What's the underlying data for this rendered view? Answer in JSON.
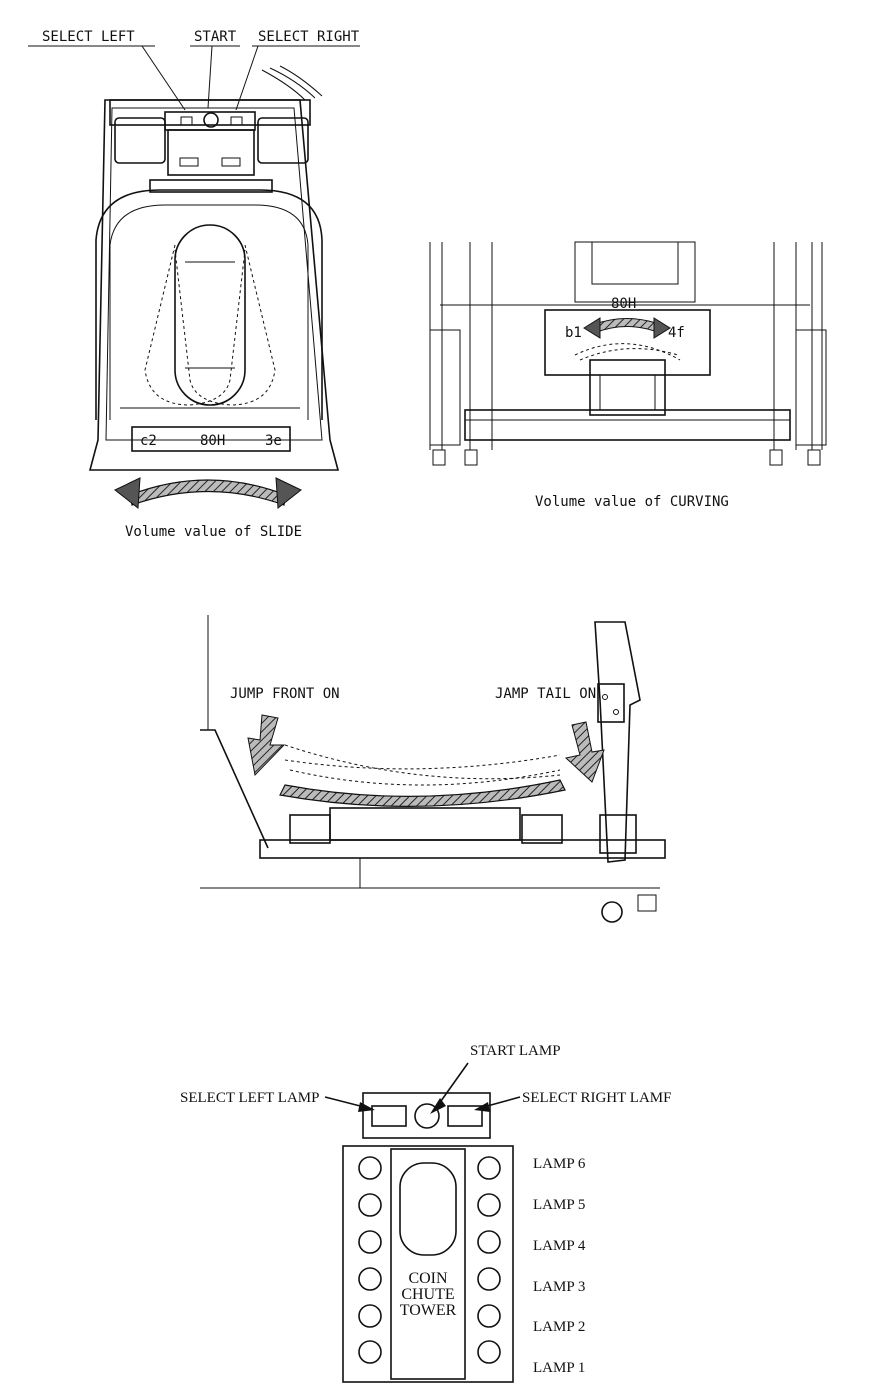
{
  "slide": {
    "labels": {
      "select_left": "SELECT LEFT",
      "start": "START",
      "select_right": "SELECT RIGHT"
    },
    "display": {
      "left": "c2",
      "center": "80H",
      "right": "3e"
    },
    "caption": "Volume value of SLIDE"
  },
  "curving": {
    "center": "80H",
    "left": "b1",
    "right": "4f",
    "caption": "Volume value of CURVING"
  },
  "jump": {
    "front": "JUMP FRONT ON",
    "tail": "JAMP TAIL ON"
  },
  "lamps": {
    "start": "START LAMP",
    "select_left": "SELECT LEFT LAMP",
    "select_right": "SELECT RIGHT LAMF",
    "items": [
      "LAMP 6",
      "LAMP 5",
      "LAMP 4",
      "LAMP 3",
      "LAMP 2",
      "LAMP 1"
    ],
    "tower": [
      "COIN",
      "CHUTE",
      "TOWER"
    ]
  }
}
